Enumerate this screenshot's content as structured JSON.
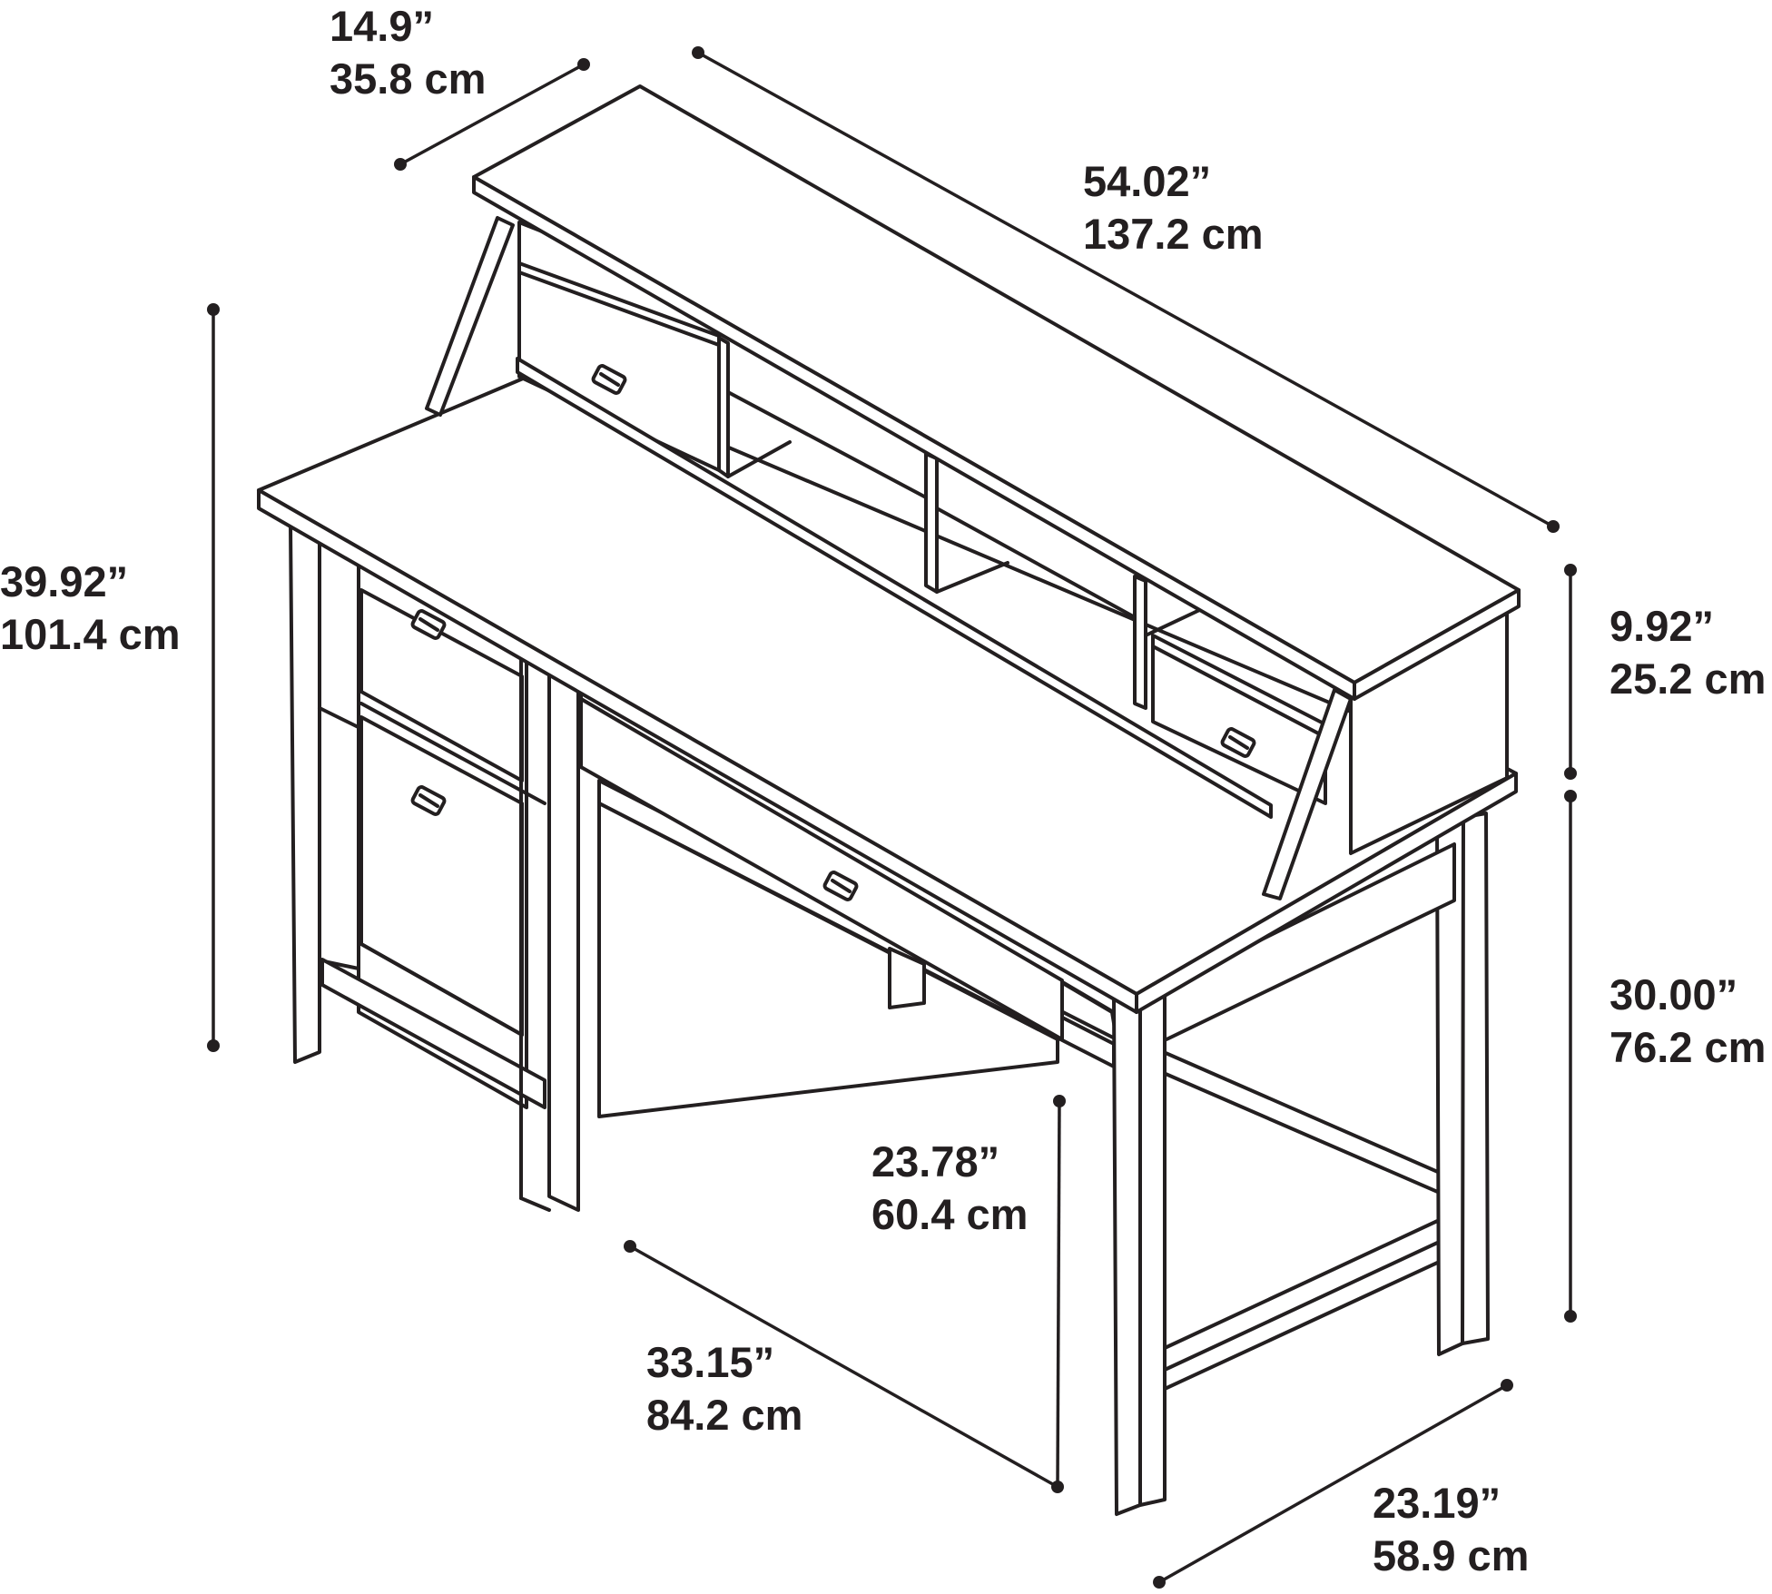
{
  "diagram": {
    "colors": {
      "ink": "#231f20",
      "background": "#ffffff"
    },
    "dimensions": [
      {
        "id": "hutch-depth",
        "imperial": "14.9”",
        "metric": "35.8 cm"
      },
      {
        "id": "overall-width",
        "imperial": "54.02”",
        "metric": "137.2 cm"
      },
      {
        "id": "overall-height",
        "imperial": "39.92”",
        "metric": "101.4 cm"
      },
      {
        "id": "hutch-height",
        "imperial": "9.92”",
        "metric": "25.2 cm"
      },
      {
        "id": "desk-height",
        "imperial": "30.00”",
        "metric": "76.2 cm"
      },
      {
        "id": "knee-clearance",
        "imperial": "23.78”",
        "metric": "60.4 cm"
      },
      {
        "id": "knee-width",
        "imperial": "33.15”",
        "metric": "84.2 cm"
      },
      {
        "id": "desk-depth",
        "imperial": "23.19”",
        "metric": "58.9 cm"
      }
    ]
  }
}
